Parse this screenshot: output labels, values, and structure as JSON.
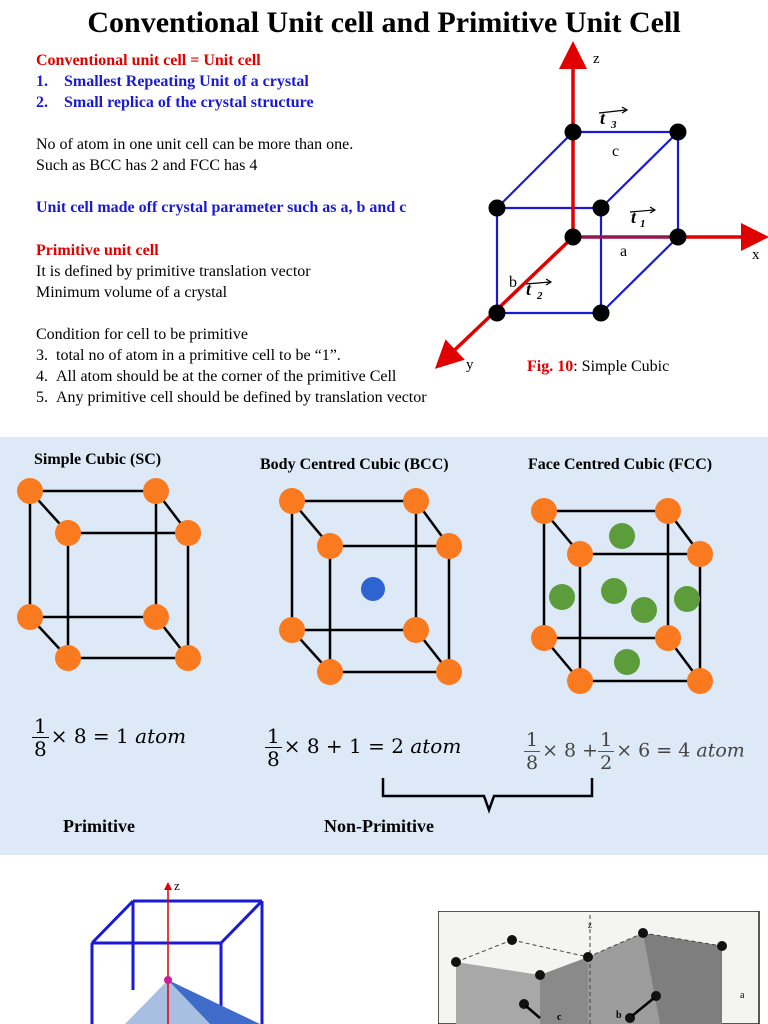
{
  "header": {
    "title": "Conventional Unit cell and Primitive Unit Cell"
  },
  "intro": {
    "conventional_heading": "Conventional unit cell = Unit cell",
    "points": [
      {
        "num": "1.",
        "text": "Smallest Repeating Unit of a crystal"
      },
      {
        "num": "2.",
        "text": "Small replica of the crystal structure"
      }
    ],
    "atoms_line1": "No of atom in one unit cell can be more than one.",
    "atoms_line2": "Such as BCC has 2 and FCC has 4",
    "parameters": "Unit cell made off crystal parameter such as a, b and c",
    "primitive_heading": "Primitive unit cell",
    "primitive_line1": "It is defined by primitive translation vector",
    "primitive_line2": "Minimum volume of a crystal",
    "condition_heading": "Condition for cell to be primitive",
    "conditions": [
      {
        "num": "3.",
        "text": "total no of atom in a primitive cell to be “1”."
      },
      {
        "num": "4.",
        "text": "All atom should be at the corner of the primitive Cell"
      },
      {
        "num": "5.",
        "text": "Any primitive cell should be defined by translation vector"
      }
    ]
  },
  "figure10": {
    "axis_x": "x",
    "axis_y": "y",
    "axis_z": "z",
    "label_a": "a",
    "label_b": "b",
    "label_c": "c",
    "vec_t1": "t",
    "vec_t1_sub": "1",
    "vec_t2": "t",
    "vec_t2_sub": "2",
    "vec_t3": "t",
    "vec_t3_sub": "3",
    "caption_prefix": "Fig. 10",
    "caption_text": ": Simple Cubic",
    "colors": {
      "axes": "#e00000",
      "cube": "#1a1ad6",
      "atoms": "#000000"
    }
  },
  "lattices": {
    "sc": {
      "title": "Simple Cubic (SC)",
      "num": "1",
      "den": "8",
      "rest": "× 8 = 1 ",
      "unit": "atom"
    },
    "bcc": {
      "title": "Body Centred Cubic (BCC)",
      "num": "1",
      "den": "8",
      "rest": "× 8 + 1 = 2 ",
      "unit": "atom"
    },
    "fcc": {
      "title": "Face Centred Cubic (FCC)",
      "num1": "1",
      "den1": "8",
      "mid": "× 8 +",
      "num2": "1",
      "den2": "2",
      "rest": "× 6 = 4 ",
      "unit": "atom"
    },
    "primitive_label": "Primitive",
    "non_primitive_label": "Non-Primitive",
    "colors": {
      "corner": "#f97a1f",
      "body": "#2e64d2",
      "face": "#5c9c3a",
      "panel": "#dde9f6"
    }
  },
  "bottom": {
    "axis_z": "z",
    "photo_labels": {
      "z": "z",
      "a": "a",
      "b": "b",
      "c": "c"
    }
  }
}
